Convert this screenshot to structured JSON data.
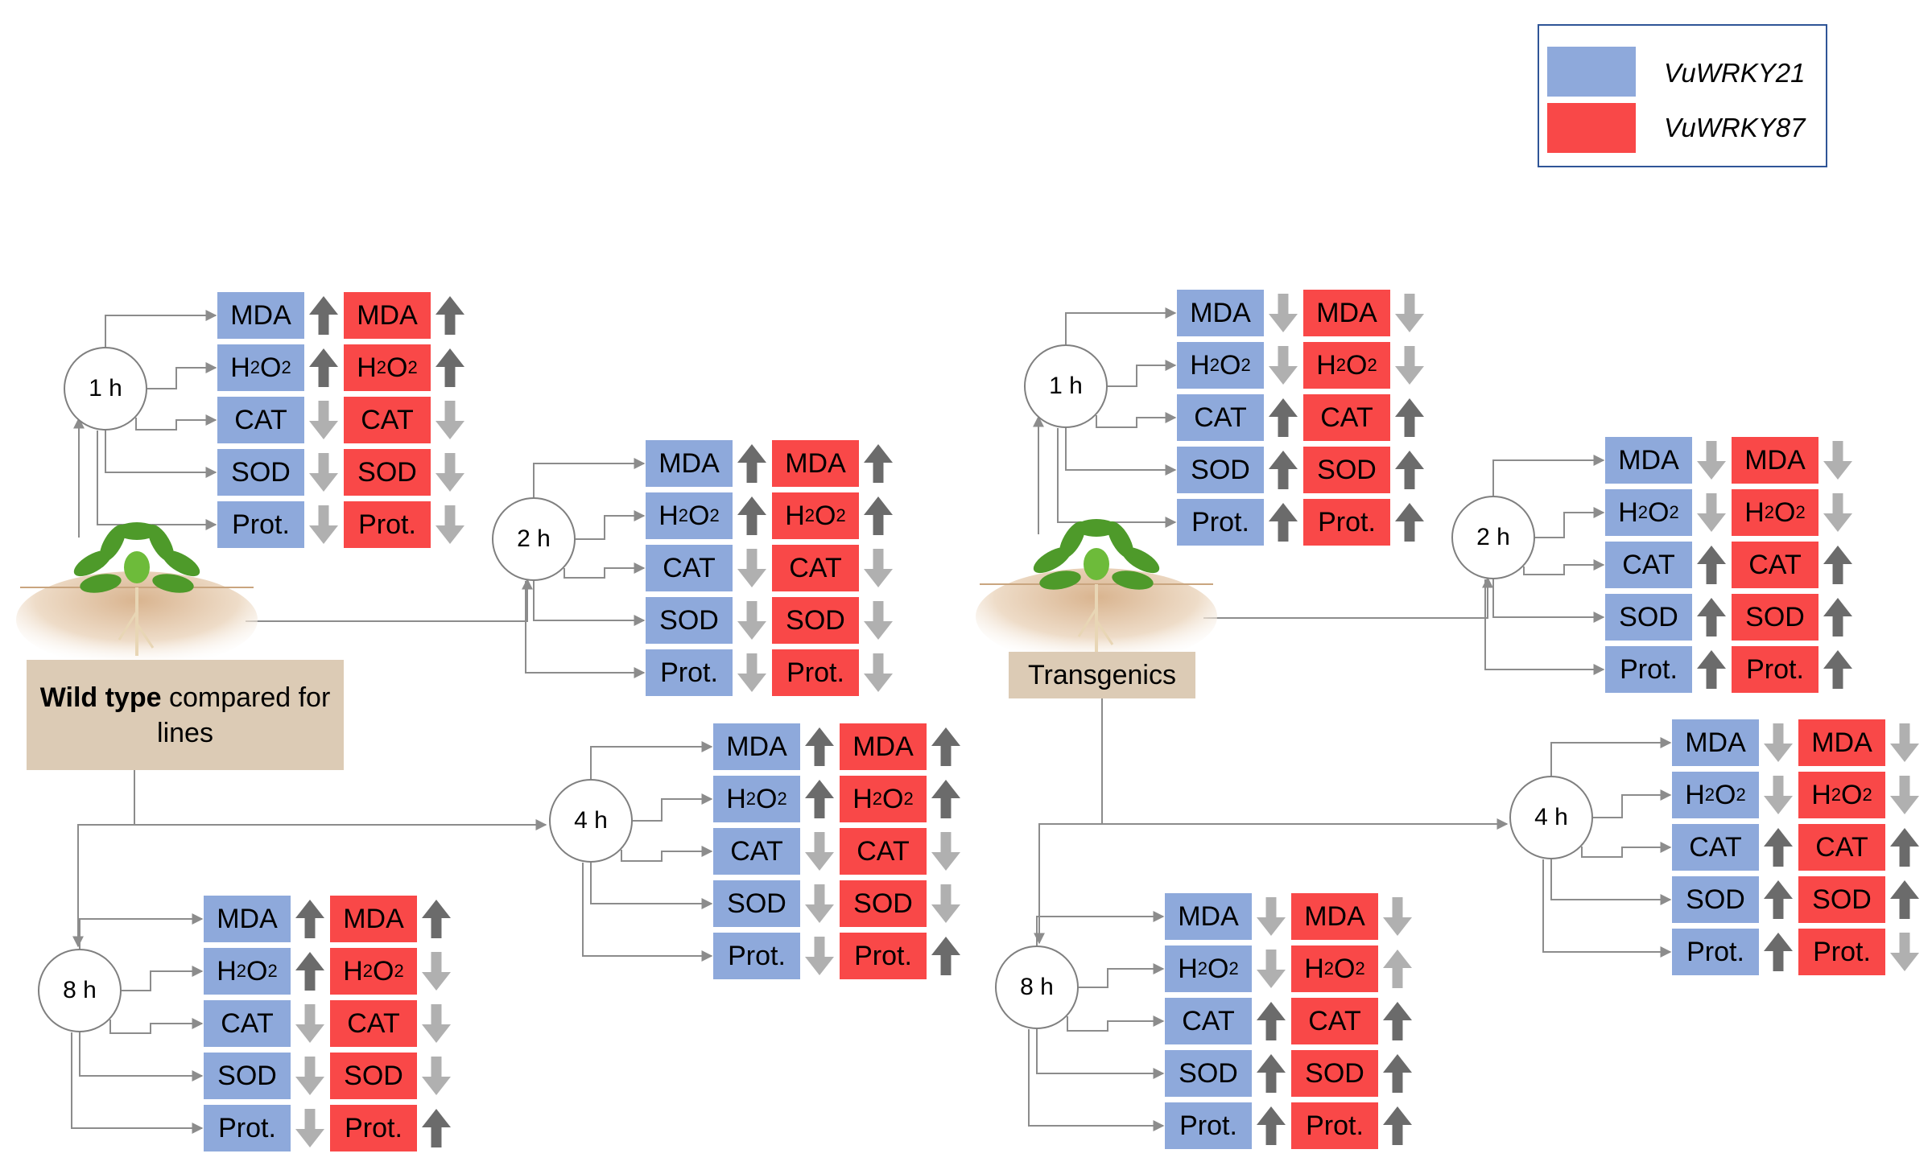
{
  "legend": {
    "items": [
      {
        "label": "VuWRKY21",
        "color": "#8EA9DB"
      },
      {
        "label": "VuWRKY87",
        "color": "#F94848"
      }
    ]
  },
  "colors": {
    "arrow_dark": "#6b6b6b",
    "arrow_light": "#b0b0b0",
    "connector": "#8c8c8c",
    "label_bg": "#DCCBB5"
  },
  "wild_type": {
    "label_bold": "Wild type",
    "label_rest": " compared for lines"
  },
  "transgenics": {
    "label": "Transgenics"
  },
  "markers": [
    "MDA",
    "H2O2",
    "CAT",
    "SOD",
    "Prot."
  ],
  "groups": [
    {
      "panel": "wild_type",
      "time": "1 h",
      "vuwrky21": [
        "up-dark",
        "up-dark",
        "down-light",
        "down-light",
        "down-light"
      ],
      "vuwrky87": [
        "up-dark",
        "up-dark",
        "down-light",
        "down-light",
        "down-light"
      ]
    },
    {
      "panel": "wild_type",
      "time": "2 h",
      "vuwrky21": [
        "up-dark",
        "up-dark",
        "down-light",
        "down-light",
        "down-light"
      ],
      "vuwrky87": [
        "up-dark",
        "up-dark",
        "down-light",
        "down-light",
        "down-light"
      ]
    },
    {
      "panel": "wild_type",
      "time": "4 h",
      "vuwrky21": [
        "up-dark",
        "up-dark",
        "down-light",
        "down-light",
        "down-light"
      ],
      "vuwrky87": [
        "up-dark",
        "up-dark",
        "down-light",
        "down-light",
        "up-dark"
      ]
    },
    {
      "panel": "wild_type",
      "time": "8 h",
      "vuwrky21": [
        "up-dark",
        "up-dark",
        "down-light",
        "down-light",
        "down-light"
      ],
      "vuwrky87": [
        "up-dark",
        "down-light",
        "down-light",
        "down-light",
        "up-dark"
      ]
    },
    {
      "panel": "transgenics",
      "time": "1 h",
      "vuwrky21": [
        "down-light",
        "down-light",
        "up-dark",
        "up-dark",
        "up-dark"
      ],
      "vuwrky87": [
        "down-light",
        "down-light",
        "up-dark",
        "up-dark",
        "up-dark"
      ]
    },
    {
      "panel": "transgenics",
      "time": "2 h",
      "vuwrky21": [
        "down-light",
        "down-light",
        "up-dark",
        "up-dark",
        "up-dark"
      ],
      "vuwrky87": [
        "down-light",
        "down-light",
        "up-dark",
        "up-dark",
        "up-dark"
      ]
    },
    {
      "panel": "transgenics",
      "time": "4 h",
      "vuwrky21": [
        "down-light",
        "down-light",
        "up-dark",
        "up-dark",
        "up-dark"
      ],
      "vuwrky87": [
        "down-light",
        "down-light",
        "up-dark",
        "up-dark",
        "down-light"
      ]
    },
    {
      "panel": "transgenics",
      "time": "8 h",
      "vuwrky21": [
        "down-light",
        "down-light",
        "up-dark",
        "up-dark",
        "up-dark"
      ],
      "vuwrky87": [
        "down-light",
        "up-light",
        "up-dark",
        "up-dark",
        "up-dark"
      ]
    }
  ]
}
